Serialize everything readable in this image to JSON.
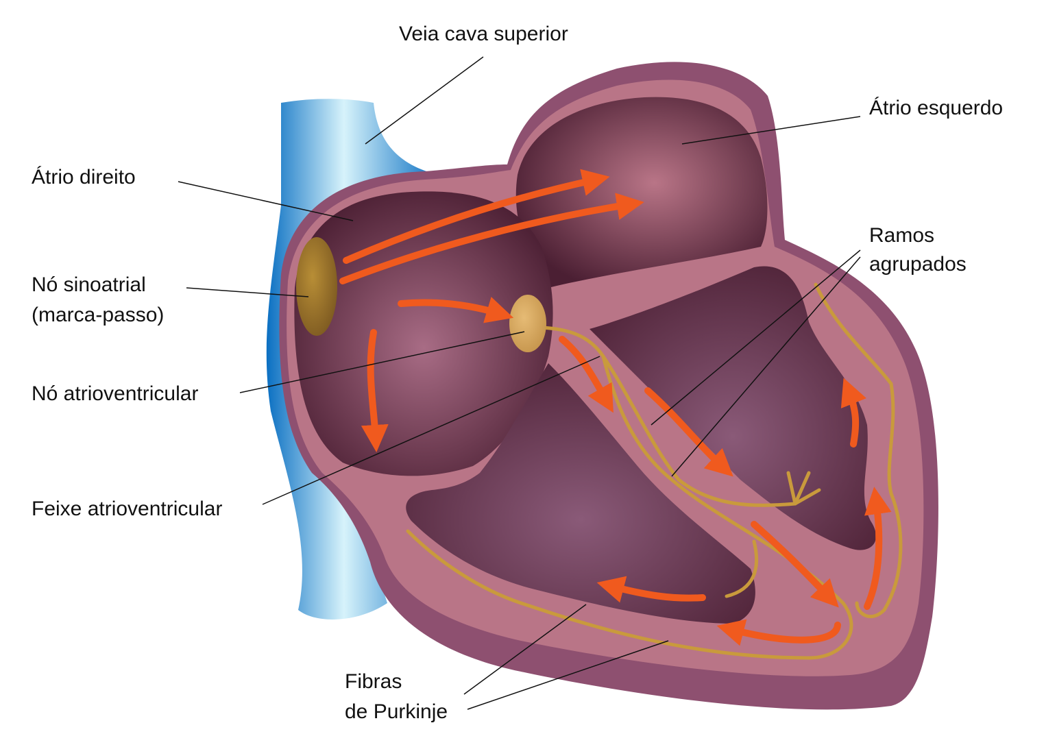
{
  "labels": {
    "veia_cava_superior": "Veia cava superior",
    "atrio_esquerdo": "Átrio esquerdo",
    "atrio_direito": "Átrio direito",
    "ramos_agrupados_1": "Ramos",
    "ramos_agrupados_2": "agrupados",
    "no_sinoatrial_1": "Nó sinoatrial",
    "no_sinoatrial_2": "(marca-passo)",
    "no_atrioventricular": "Nó atrioventricular",
    "feixe_atrioventricular": "Feixe atrioventricular",
    "fibras_purkinje_1": "Fibras",
    "fibras_purkinje_2": "de Purkinje"
  },
  "colors": {
    "vein_blue": "#0a6fc2",
    "vein_highlight": "#d7f3fb",
    "heart_outer": "#8e5070",
    "heart_wall": "#b97587",
    "chamber_dark": "#4b1f33",
    "node_gold": "#a07a30",
    "conduction_line": "#c99a3c",
    "arrow_orange": "#f05a1e",
    "leader_line": "#111111"
  }
}
